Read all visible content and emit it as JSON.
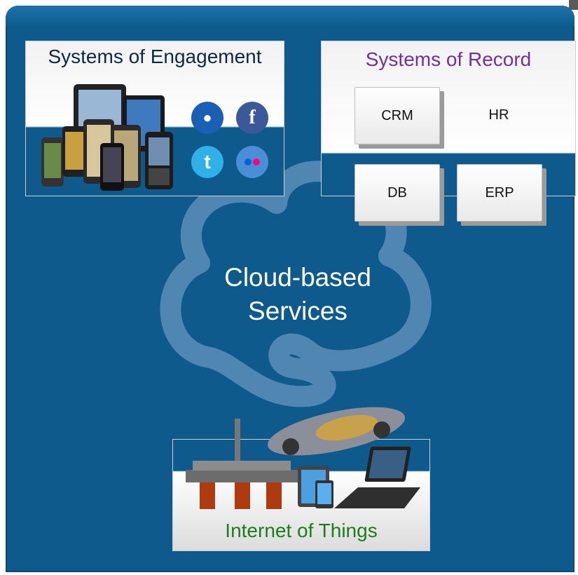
{
  "engagement": {
    "title": "Systems of Engagement",
    "title_color": "#0b2a4a"
  },
  "record": {
    "title": "Systems of Record",
    "title_color": "#7030a0",
    "boxes": [
      {
        "label": "CRM"
      },
      {
        "label": "HR"
      },
      {
        "label": "DB"
      },
      {
        "label": "ERP"
      }
    ]
  },
  "cloud": {
    "line1": "Cloud-based",
    "line2": "Services"
  },
  "iot": {
    "title": "Internet of Things",
    "title_color": "#1e7b1e"
  },
  "icons": {
    "location": "location-pin-icon",
    "facebook": "facebook-icon",
    "twitter": "twitter-icon",
    "flickr": "flickr-icon"
  },
  "colors": {
    "background": "#0e5a8c",
    "panel": "#eeeeee",
    "cloud": "#5b8fb8"
  }
}
